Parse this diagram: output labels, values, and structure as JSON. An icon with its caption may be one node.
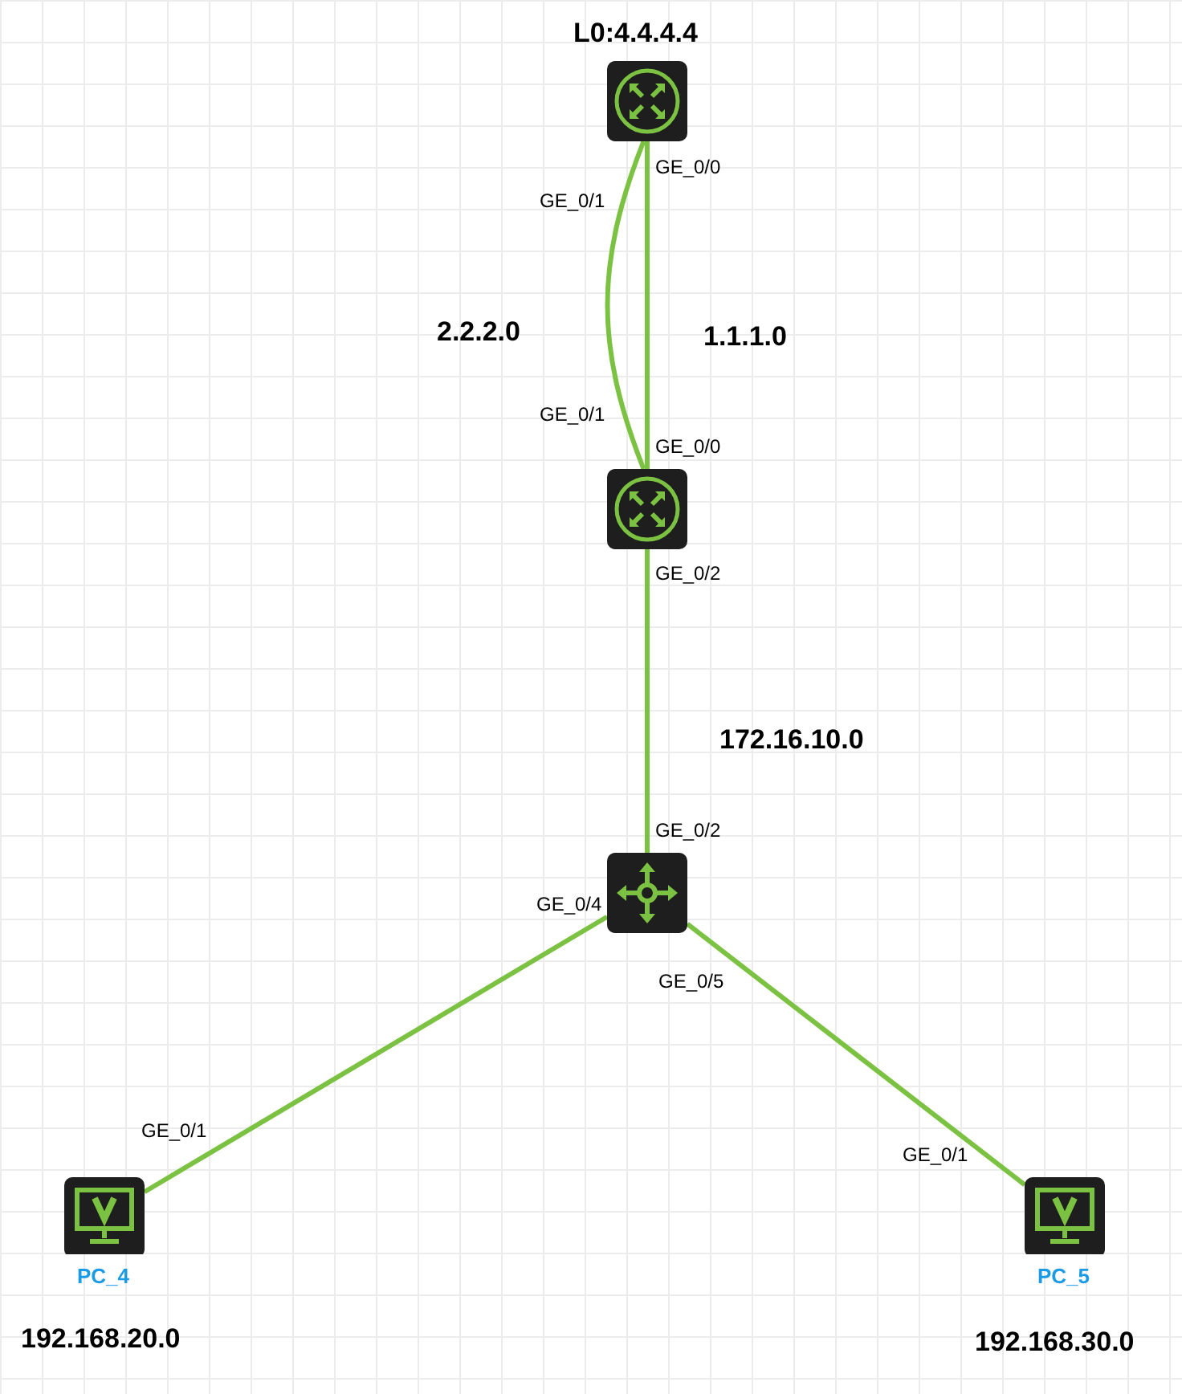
{
  "diagram": {
    "nodes": [
      {
        "text": [],
        "shape": "router",
        "beside": [
          "L0:4.4.4.4",
          "GE_0/0",
          "GE_0/1"
        ]
      },
      {
        "text": [],
        "shape": "router",
        "beside": [
          "GE_0/1",
          "GE_0/0",
          "GE_0/2"
        ]
      },
      {
        "text": [],
        "shape": "switch",
        "beside": [
          "GE_0/2",
          "GE_0/4",
          "GE_0/5"
        ]
      },
      {
        "text": [
          "PC_4"
        ],
        "beside": [
          "GE_0/1",
          "192.168.20.0"
        ]
      },
      {
        "text": [
          "PC_5"
        ],
        "beside": [
          "GE_0/1",
          "192.168.30.0"
        ]
      }
    ],
    "edges": [
      {
        "from": 0,
        "to": 1,
        "arrow": "none",
        "label": "2.2.2.0"
      },
      {
        "from": 0,
        "to": 1,
        "arrow": "none",
        "label": "1.1.1.0"
      },
      {
        "from": 1,
        "to": 2,
        "arrow": "none",
        "label": "172.16.10.0"
      },
      {
        "from": 2,
        "to": 3,
        "arrow": "none"
      },
      {
        "from": 2,
        "to": 4,
        "arrow": "none"
      }
    ]
  }
}
